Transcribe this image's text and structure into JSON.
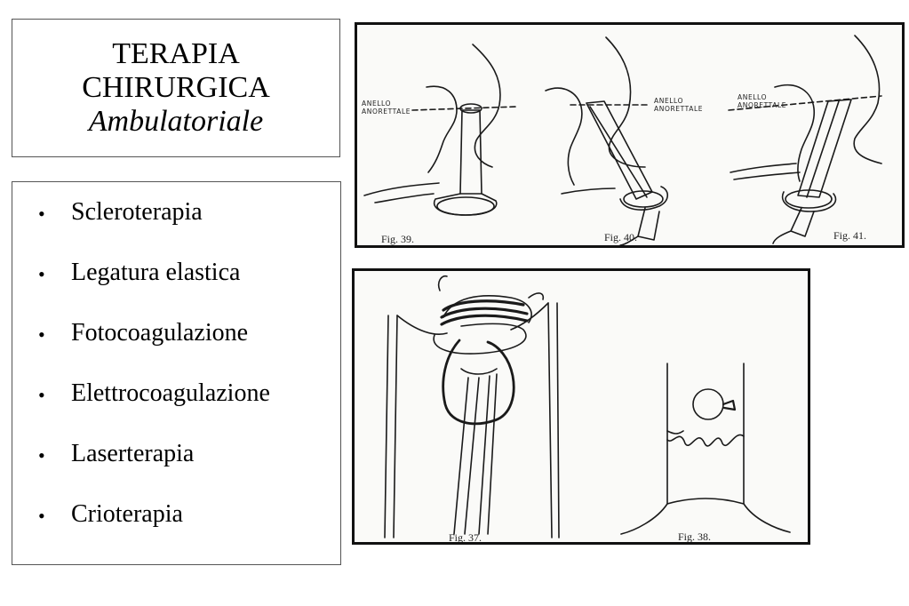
{
  "title": {
    "line1": "TERAPIA",
    "line2": "CHIRURGICA",
    "line3": "Ambulatoriale"
  },
  "list": {
    "bullet": "•",
    "items": [
      "Scleroterapia",
      "Legatura elastica",
      "Fotocoagulazione",
      "Elettrocoagulazione",
      "Laserterapia",
      "Crioterapia"
    ]
  },
  "figures_top": {
    "labels": [
      {
        "line1": "ANELLO",
        "line2": "ANORETTALE"
      },
      {
        "line1": "ANELLO",
        "line2": "ANORETTALE"
      },
      {
        "line1": "ANELLO",
        "line2": "ANORETTALE"
      }
    ],
    "captions": [
      "Fig. 39.",
      "Fig. 40.",
      "Fig. 41."
    ]
  },
  "figures_bottom": {
    "captions": [
      "Fig. 37.",
      "Fig. 38."
    ]
  },
  "colors": {
    "text": "#000000",
    "box_border": "#555555",
    "panel_border": "#111111",
    "line_art": "#1a1a1a"
  }
}
